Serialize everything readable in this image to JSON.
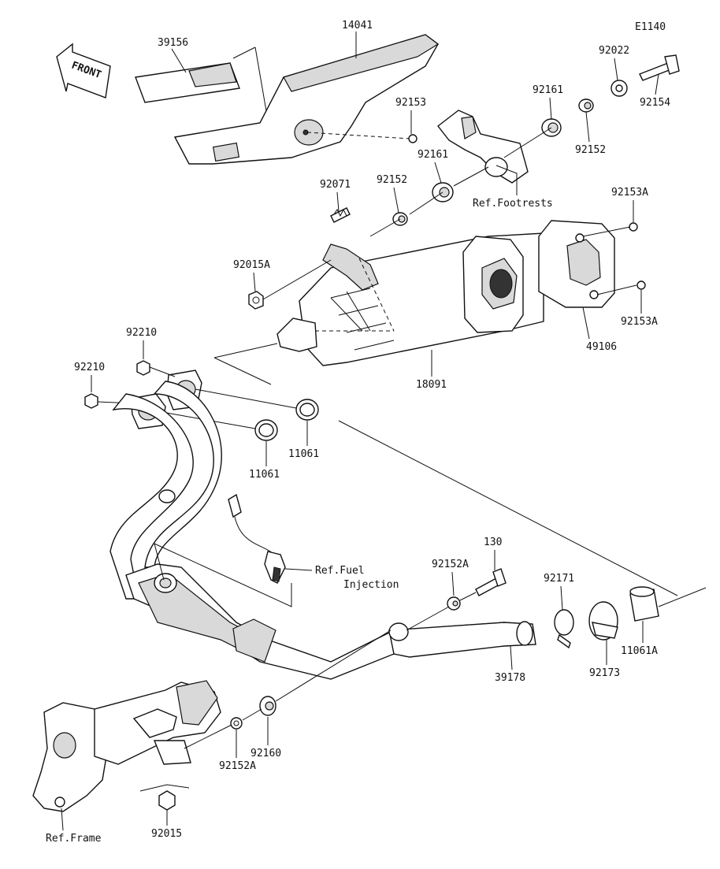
{
  "diagram_code": "E1140",
  "front_label": "FRONT",
  "parts": {
    "p14041": "14041",
    "p39156": "39156",
    "p92153": "92153",
    "p92022": "92022",
    "p92154": "92154",
    "p92161a": "92161",
    "p92152a": "92152",
    "p92161b": "92161",
    "p92152b": "92152",
    "p92071": "92071",
    "p92153A_top": "92153A",
    "p92153A_bot": "92153A",
    "p92015A": "92015A",
    "p49106": "49106",
    "p18091": "18091",
    "p92210a": "92210",
    "p92210b": "92210",
    "p11061a": "11061",
    "p11061b": "11061",
    "p130": "130",
    "p92152A_top": "92152A",
    "p92171": "92171",
    "p11061A": "11061A",
    "p92173": "92173",
    "p39178": "39178",
    "p92160": "92160",
    "p92152A_bot": "92152A",
    "p92015": "92015"
  },
  "references": {
    "footrests": "Ref.Footrests",
    "fuel_injection_1": "Ref.Fuel",
    "fuel_injection_2": "Injection",
    "frame": "Ref.Frame"
  }
}
